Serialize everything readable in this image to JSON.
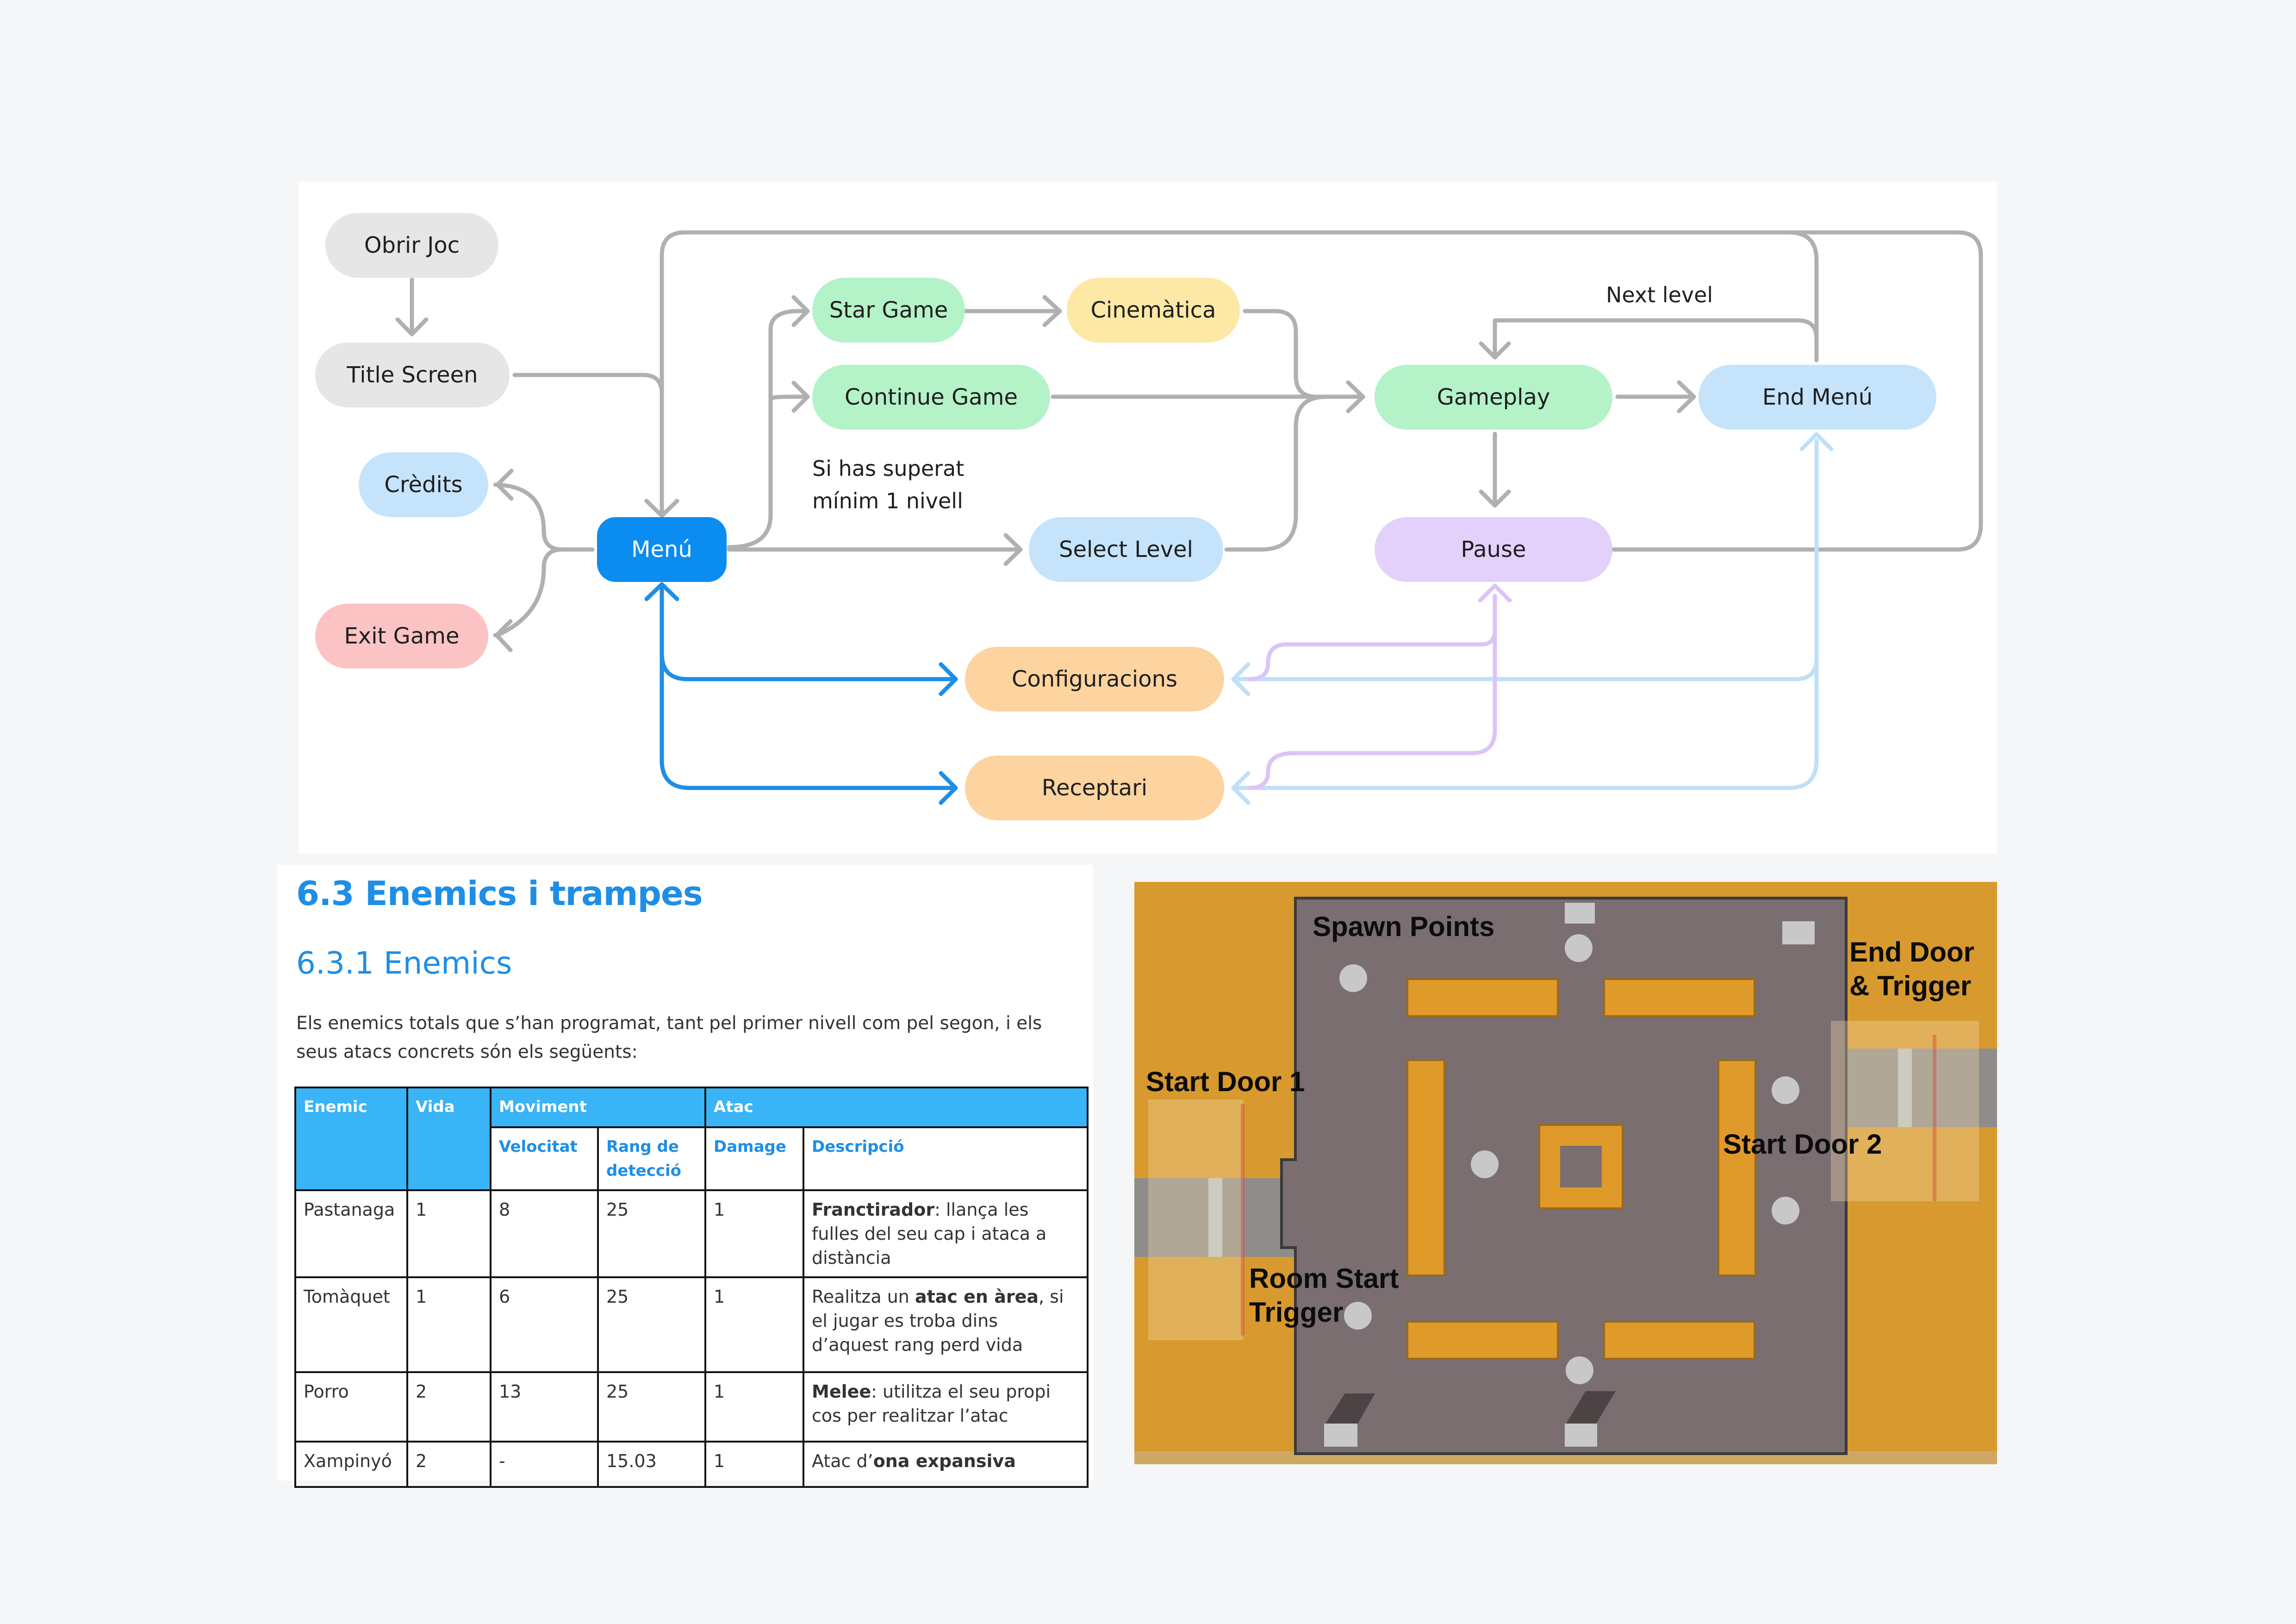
{
  "flow": {
    "nodes": {
      "obrir_joc": "Obrir Joc",
      "title_screen": "Title Screen",
      "credits": "Crèdits",
      "exit_game": "Exit Game",
      "menu": "Menú",
      "star_game": "Star Game",
      "cinematica": "Cinemàtica",
      "continue_game": "Continue Game",
      "select_level": "Select Level",
      "gameplay": "Gameplay",
      "end_menu": "End Menú",
      "pause": "Pause",
      "configuracions": "Configuracions",
      "receptari": "Receptari"
    },
    "labels": {
      "next_level": "Next level",
      "condition_line1": "Si has superat",
      "condition_line2": "mínim 1 nivell"
    },
    "colors": {
      "gray_node": "#e6e6e6",
      "green_node": "#b4f2c8",
      "yellow_node": "#fde8a6",
      "blue_node": "#c5e4fb",
      "pink_node": "#fbc3c3",
      "menu_node": "#0a8cf0",
      "purple_node": "#e3d1fb",
      "orange_node": "#fdd3a0",
      "gray_line": "#b0b0b0",
      "blue_line": "#1e8ee6",
      "light_blue_line": "#bfe0f8",
      "purple_line": "#dcc4f8"
    }
  },
  "doc": {
    "heading1": "6.3 Enemics i trampes",
    "heading2": "6.3.1 Enemics",
    "paragraph": "Els enemics totals que s’han programat, tant pel primer nivell com pel segon, i els seus atacs concrets són els següents:",
    "table": {
      "header": {
        "enemic": "Enemic",
        "vida": "Vida",
        "moviment": "Moviment",
        "atac": "Atac",
        "velocitat": "Velocitat",
        "rang": "Rang de detecció",
        "damage": "Damage",
        "descripcio": "Descripció"
      },
      "rows": [
        {
          "enemic": "Pastanaga",
          "vida": "1",
          "velocitat": "8",
          "rang": "25",
          "damage": "1",
          "desc_bold": "Franctirador",
          "desc_rest": ": llança les fulles del seu cap i ataca a distància"
        },
        {
          "enemic": "Tomàquet",
          "vida": "1",
          "velocitat": "6",
          "rang": "25",
          "damage": "1",
          "desc_pre": "Realitza un ",
          "desc_bold": "atac en àrea",
          "desc_rest": ", si el jugar es troba dins d’aquest rang perd vida"
        },
        {
          "enemic": "Porro",
          "vida": "2",
          "velocitat": "13",
          "rang": "25",
          "damage": "1",
          "desc_bold": "Melee",
          "desc_rest": ": utilitza el seu propi cos per realitzar l’atac"
        },
        {
          "enemic": "Xampinyó",
          "vida": "2",
          "velocitat": "-",
          "rang": "15.03",
          "damage": "1",
          "desc_pre": "Atac d’",
          "desc_bold": "ona expansiva"
        }
      ]
    }
  },
  "map": {
    "labels": {
      "spawn_points": "Spawn Points",
      "end_door_line1": "End Door",
      "end_door_line2": "& Trigger",
      "start_door_1": "Start Door 1",
      "start_door_2": "Start Door 2",
      "room_start_line1": "Room Start",
      "room_start_line2": "Trigger"
    },
    "colors": {
      "ground": "#d89a2e",
      "floor": "#7a6e70",
      "wall": "#e09a2a",
      "corridor": "#8f8c8a"
    }
  }
}
